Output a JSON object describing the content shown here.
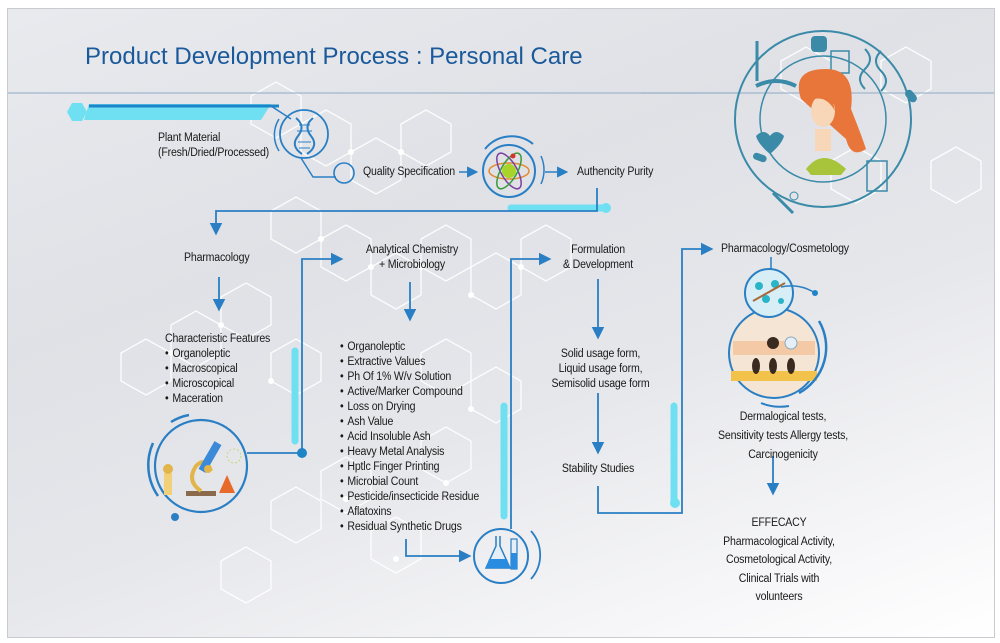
{
  "title": "Product Development Process : Personal Care",
  "colors": {
    "title": "#1b5a9a",
    "line": "#2a7fc4",
    "accent_light": "#6fe0f2",
    "accent_dark": "#1c85c8",
    "hexagon_grid": "#ffffff",
    "text": "#1a1a1a"
  },
  "nodes": {
    "plant_material": {
      "line1": "Plant Material",
      "line2": "(Fresh/Dried/Processed)"
    },
    "quality_specification": "Quality Specification",
    "authencity_purity": "Authencity Purity",
    "pharmacology": "Pharmacology",
    "characteristic_features": {
      "heading": "Characteristic Features",
      "items": [
        "Organoleptic",
        "Macroscopical",
        "Microscopical",
        "Maceration"
      ]
    },
    "analytical_chemistry": {
      "line1": "Analytical Chemistry",
      "line2": "+ Microbiology",
      "items": [
        "Organoleptic",
        "Extractive Values",
        "Ph Of 1% W/v Solution",
        "Active/Marker Compound",
        "Loss on Drying",
        "Ash Value",
        "Acid Insoluble Ash",
        "Heavy Metal Analysis",
        "Hptlc Finger Printing",
        "Microbial Count",
        "Pesticide/insecticide Residue",
        "Aflatoxins",
        "Residual Synthetic Drugs"
      ]
    },
    "formulation": {
      "line1": "Formulation",
      "line2": "& Development"
    },
    "usage_forms": {
      "line1": "Solid usage form,",
      "line2": "Liquid usage form,",
      "line3": "Semisolid usage form"
    },
    "stability_studies": "Stability Studies",
    "pharmacology_cosmetology": "Pharmacology/Cosmetology",
    "tests": {
      "line1": "Dermalogical tests,",
      "line2": "Sensitivity tests Allergy tests,",
      "line3": "Carcinogenicity"
    },
    "efficacy": {
      "line1": "EFFECACY",
      "line2": "Pharmacological Activity,",
      "line3": "Cosmetological Activity,",
      "line4": "Clinical Trials with",
      "line5": "volunteers"
    }
  },
  "icons": {
    "dna": "dna-icon",
    "atom": "atom-icon",
    "microscope_lab": "microscope-icon",
    "flask": "flask-icon",
    "skin_layers": "skin-cross-section-icon",
    "woman_medical": "woman-portrait-icon"
  }
}
